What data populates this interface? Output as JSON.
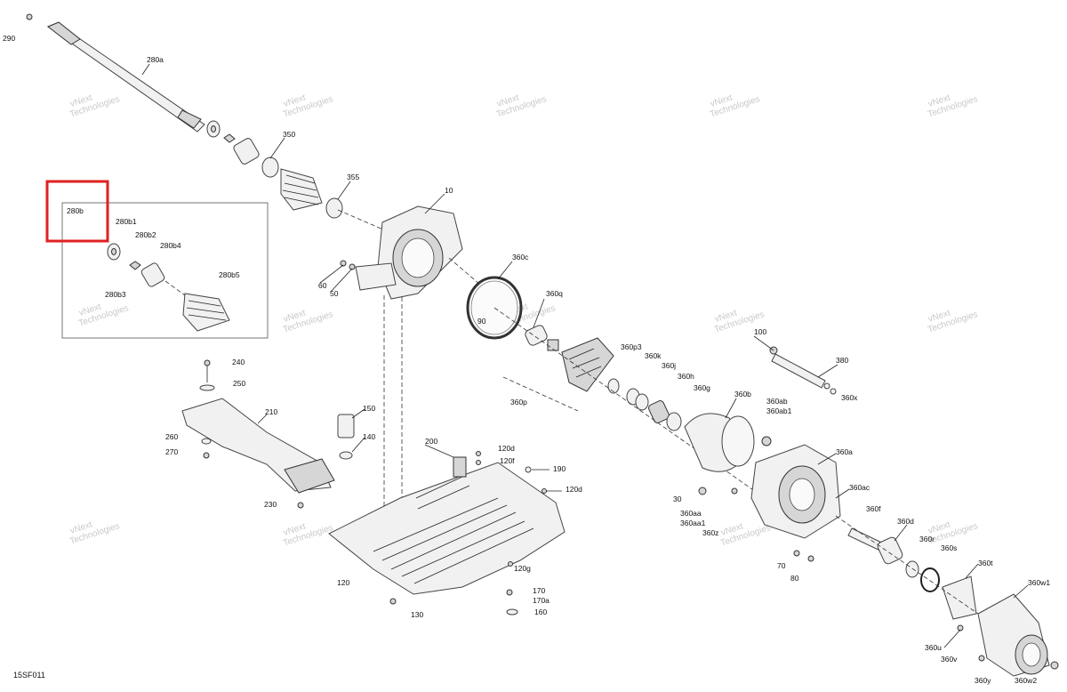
{
  "diagram_code": "15SF011",
  "watermark": {
    "line1": "vNext",
    "line2": "Technologies",
    "full": "vNext Technologies"
  },
  "highlight_color": "#e02020",
  "callouts": {
    "c290": "290",
    "c280a": "280a",
    "c350": "350",
    "c355": "355",
    "c10": "10",
    "c280b": "280b",
    "c280b1": "280b1",
    "c280b2": "280b2",
    "c280b4": "280b4",
    "c280b3": "280b3",
    "c280b5": "280b5",
    "c60": "60",
    "c50": "50",
    "c360c": "360c",
    "c360q": "360q",
    "c90": "90",
    "c240": "240",
    "c250": "250",
    "c210": "210",
    "c150": "150",
    "c140": "140",
    "c260": "260",
    "c270": "270",
    "c200": "200",
    "c120d_a": "120d",
    "c120f": "120f",
    "c190": "190",
    "c120d_b": "120d",
    "c230": "230",
    "c120": "120",
    "c120g": "120g",
    "c170": "170",
    "c170a": "170a",
    "c160": "160",
    "c130": "130",
    "c360p": "360p",
    "c360p3": "360p3",
    "c360k": "360k",
    "c360j": "360j",
    "c360h": "360h",
    "c360g": "360g",
    "c360b": "360b",
    "c100": "100",
    "c380": "380",
    "c360x": "360x",
    "c360ab": "360ab",
    "c360ab1": "360ab1",
    "c360a": "360a",
    "c360ac": "360ac",
    "c30": "30",
    "c360aa": "360aa",
    "c360aa1": "360aa1",
    "c360z": "360z",
    "c360f": "360f",
    "c360d": "360d",
    "c360r": "360r",
    "c360s": "360s",
    "c360t": "360t",
    "c70": "70",
    "c80": "80",
    "c360w1": "360w1",
    "c360u": "360u",
    "c360v": "360v",
    "c360y": "360y",
    "c360w2": "360w2"
  }
}
